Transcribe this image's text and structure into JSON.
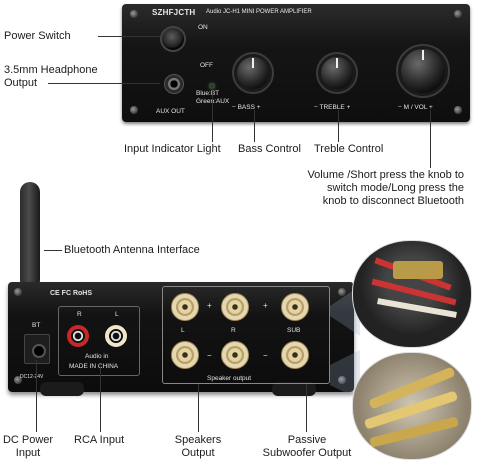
{
  "front_panel": {
    "brand": "SZHFJCTH",
    "model": "Audio JC-H1 MINI POWER AMPLIFIER",
    "on_label": "ON",
    "off_label": "OFF",
    "aux_out_label": "AUX OUT",
    "led_label_line1": "Blue:BT",
    "led_label_line2": "Green:AUX",
    "bass_label": "−  BASS  +",
    "treble_label": "−  TREBLE  +",
    "vol_label": "−  M / VOL  +"
  },
  "back_panel": {
    "certs": "CE FC RoHS",
    "bt_label": "BT",
    "dc_label": "DC12-24V",
    "rca_r": "R",
    "rca_l": "L",
    "audio_in": "Audio in",
    "made_in": "MADE IN CHINA",
    "spk_plus1": "+",
    "spk_minus1": "−",
    "spk_l": "L",
    "spk_r": "R",
    "spk_plus2": "+",
    "spk_minus2": "−",
    "sub_label": "SUB",
    "speaker_output": "Speaker output"
  },
  "callouts": {
    "power_switch": "Power Switch",
    "headphone_line1": "3.5mm Headphone",
    "headphone_line2": "Output",
    "input_indicator": "Input Indicator Light",
    "bass_control": "Bass Control",
    "treble_control": "Treble Control",
    "volume_line1": "Volume /Short press the knob to",
    "volume_line2": "switch mode/Long press the",
    "volume_line3": "knob to disconnect Bluetooth",
    "bt_antenna": "Bluetooth Antenna Interface",
    "dc_line1": "DC Power",
    "dc_line2": "Input",
    "rca_input": "RCA Input",
    "speakers_line1": "Speakers",
    "speakers_line2": "Output",
    "passive_line1": "Passive",
    "passive_line2": "Subwoofer Output"
  }
}
